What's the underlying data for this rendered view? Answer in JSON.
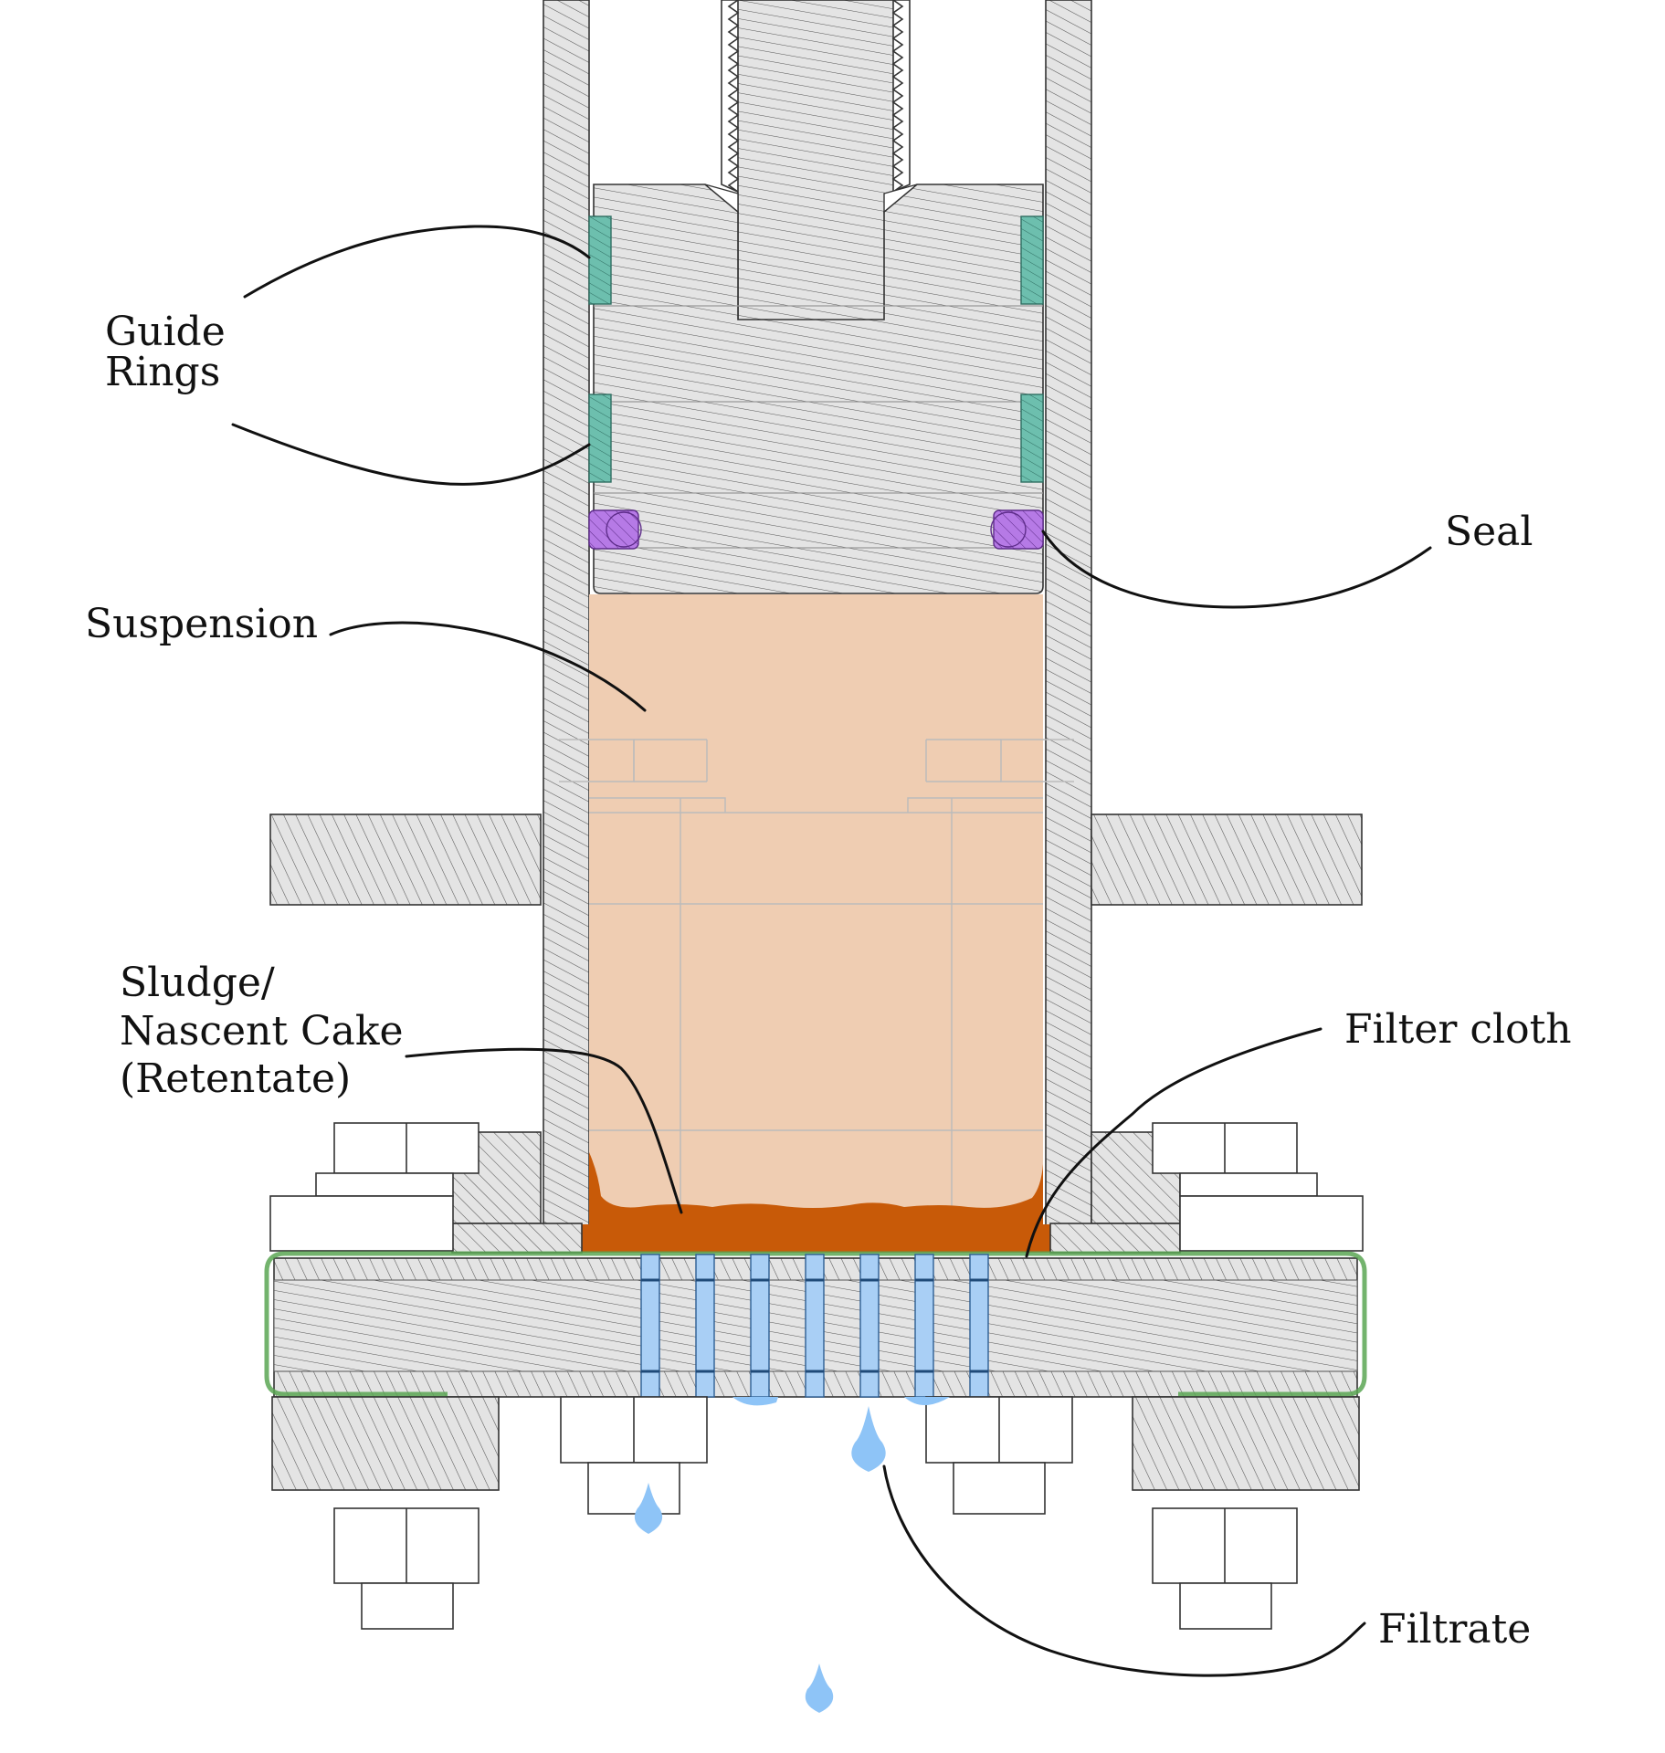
{
  "labels": {
    "guide_rings_line1": "Guide",
    "guide_rings_line2": "Rings",
    "seal": "Seal",
    "suspension": "Suspension",
    "sludge_line1": "Sludge/",
    "sludge_line2": "Nascent Cake",
    "sludge_line3": "(Retentate)",
    "filter_cloth": "Filter cloth",
    "filtrate": "Filtrate"
  },
  "colors": {
    "steel": "#e4e4e4",
    "hatch": "#555555",
    "guide_ring": "#6dbfae",
    "seal": "#b67ae6",
    "suspension": "#efcdb2",
    "sludge": "#c85a08",
    "filter_cloth": "#5aa654",
    "filtrate": "#8ec4f7"
  }
}
